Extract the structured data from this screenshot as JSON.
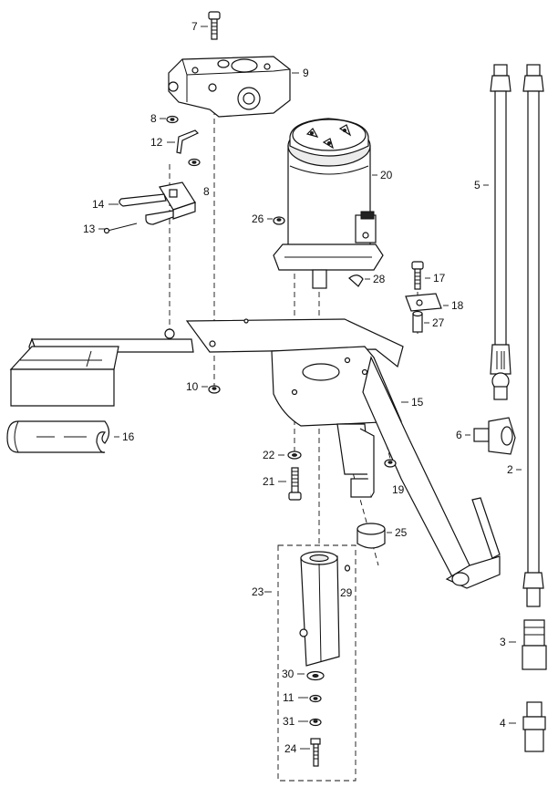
{
  "diagram": {
    "labels": {
      "p2": "2",
      "p3": "3",
      "p4": "4",
      "p5": "5",
      "p6": "6",
      "p7": "7",
      "p8a": "8",
      "p8b": "8",
      "p9": "9",
      "p10": "10",
      "p11": "11",
      "p12": "12",
      "p13": "13",
      "p14": "14",
      "p15": "15",
      "p16": "16",
      "p17": "17",
      "p18": "18",
      "p19": "19",
      "p20": "20",
      "p21": "21",
      "p22": "22",
      "p23": "23",
      "p24": "24",
      "p25": "25",
      "p26": "26",
      "p27": "27",
      "p28": "28",
      "p29": "29",
      "p30": "30",
      "p31": "31"
    }
  }
}
